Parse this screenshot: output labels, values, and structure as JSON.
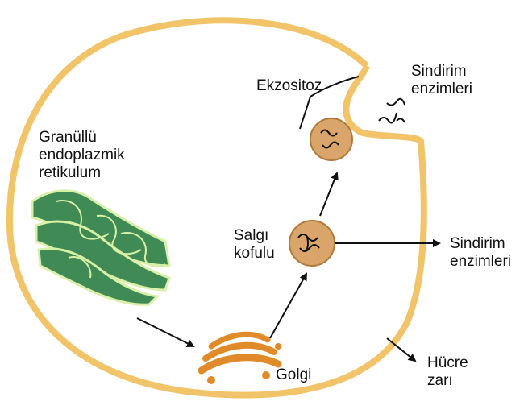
{
  "labels": {
    "rer": [
      "Granüllü",
      "endoplazmik",
      "retikulum"
    ],
    "exocytosis": "Ekzositoz",
    "enzymes_top": [
      "Sindirim",
      "enzimleri"
    ],
    "secretory_vesicle": [
      "Salgı",
      "kofulu"
    ],
    "enzymes_right": [
      "Sindirim",
      "enzimleri"
    ],
    "golgi": "Golgi",
    "membrane": [
      "Hücre",
      "zarı"
    ]
  },
  "colors": {
    "membrane": "#f2c46a",
    "er_fill": "#3f8a55",
    "er_outline": "#d9f0a8",
    "golgi": "#e08a2a",
    "vesicle": "#d9a56a",
    "arrow": "#111111"
  }
}
